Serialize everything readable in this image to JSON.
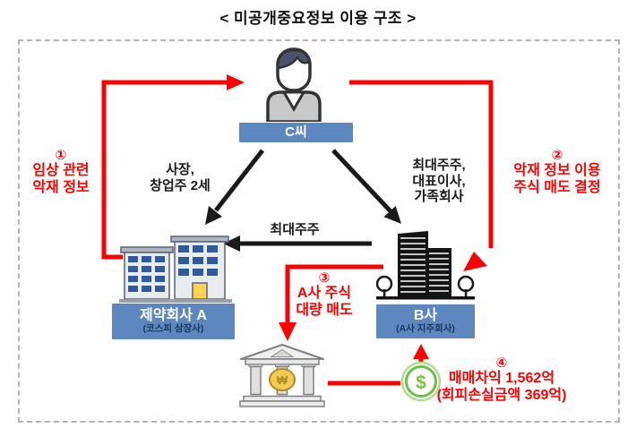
{
  "title": "< 미공개중요정보 이용 구조 >",
  "colors": {
    "arrow_red": "#fe0000",
    "arrow_black": "#1a1a1a",
    "label_blue": "#5d87bf",
    "label_sub_navy": "#17375e",
    "coin_green": "#6cc04a",
    "coin_gold": "#f6c94f"
  },
  "nodes": {
    "person": {
      "label": "C씨"
    },
    "company_a": {
      "label": "제약회사 A",
      "sublabel": "(코스피 상장사)"
    },
    "company_b": {
      "label": "B사",
      "sublabel": "(A사 지주회사)"
    },
    "bank": {
      "coin_symbol": "₩"
    },
    "profit_coin": {
      "symbol": "$"
    }
  },
  "annotations": {
    "step1": {
      "number": "①",
      "lines": [
        "임상 관련",
        "악재 정보"
      ]
    },
    "step2": {
      "number": "②",
      "lines": [
        "악재 정보 이용",
        "주식 매도 결정"
      ]
    },
    "step3": {
      "number": "③",
      "lines": [
        "A사 주식",
        "대량 매도"
      ]
    },
    "step4": {
      "number": "④",
      "lines": [
        "매매차익 1,562억",
        "(회피손실금액 369억)"
      ]
    },
    "relation_left": {
      "lines": [
        "사장,",
        "창업주 2세"
      ]
    },
    "relation_right": {
      "lines": [
        "최대주주,",
        "대표이사,",
        "가족회사"
      ]
    },
    "largest_shareholder": "최대주주"
  }
}
